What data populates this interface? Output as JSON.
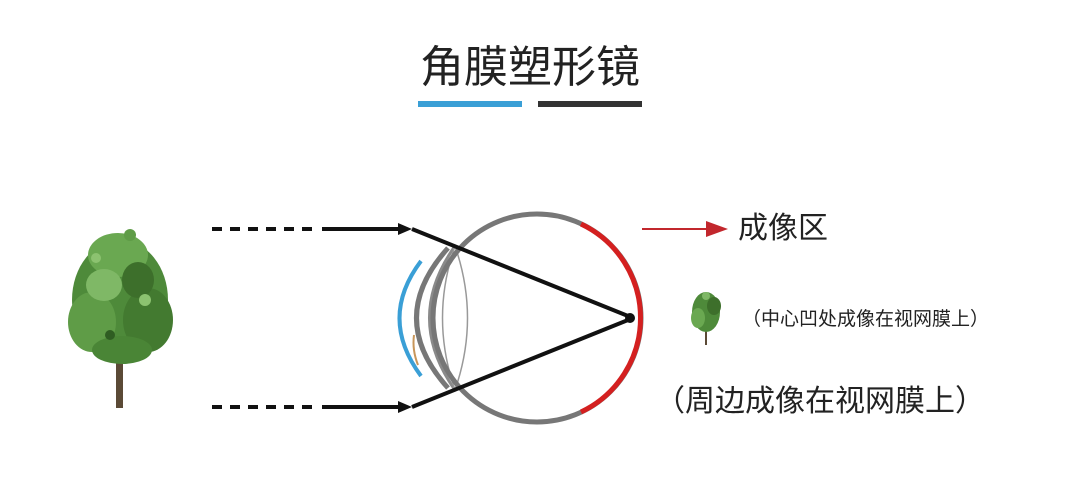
{
  "title": "角膜塑形镜",
  "colors": {
    "accent_blue": "#3a9fd6",
    "accent_dark": "#333333",
    "eyeball": "#777777",
    "retina_highlight": "#d42020",
    "ray": "#111111",
    "tree_leaf": "#4e8a3a",
    "tree_trunk": "#5b4a36"
  },
  "labels": {
    "imaging_zone": "成像区",
    "fovea_note": "（中心凹处成像在视网膜上）",
    "peripheral_note": "（周边成像在视网膜上）"
  },
  "icons": {
    "object": "tree-icon",
    "image": "small-tree-icon",
    "pointer": "red-arrow-icon"
  }
}
